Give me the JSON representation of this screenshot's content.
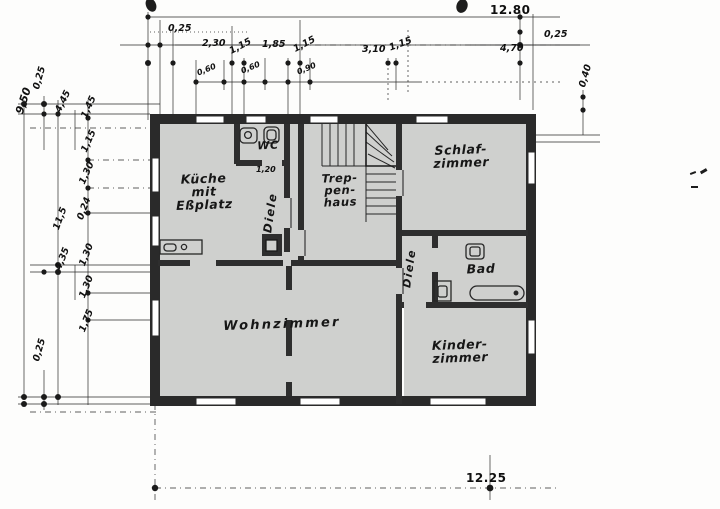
{
  "drawing": {
    "kind": "architectural-floor-plan",
    "language": "de",
    "ink_color": "#1a1a1a",
    "room_fill_color": "#cfd0ce",
    "paper_color": "#fdfdfc"
  },
  "rooms": [
    {
      "id": "kueche",
      "label": "Küche\nmit\nEßplatz"
    },
    {
      "id": "wc",
      "label": "WC"
    },
    {
      "id": "diele_left",
      "label": "Diele"
    },
    {
      "id": "treppenhaus",
      "label": "Trep-\npen-\nhaus"
    },
    {
      "id": "schlafzimmer",
      "label": "Schlaf-\nzimmer"
    },
    {
      "id": "diele_right",
      "label": "Diele"
    },
    {
      "id": "bad",
      "label": "Bad"
    },
    {
      "id": "kinderzimmer",
      "label": "Kinder-\nzimmer"
    },
    {
      "id": "wohnzimmer",
      "label": "Wohnzimmer"
    }
  ],
  "dimensions": {
    "overall_top": "12.80",
    "overall_bottom": "12.25",
    "overall_left": "9,50",
    "top_chain": [
      {
        "id": "t-025a",
        "value": "0,25"
      },
      {
        "id": "t-230",
        "value": "2,30"
      },
      {
        "id": "t-115a",
        "value": "1,15"
      },
      {
        "id": "t-185",
        "value": "1,85"
      },
      {
        "id": "t-115b",
        "value": "1,15"
      },
      {
        "id": "t-310",
        "value": "3,10"
      },
      {
        "id": "t-115c",
        "value": "1,15"
      },
      {
        "id": "t-470",
        "value": "4,70"
      },
      {
        "id": "t-025b",
        "value": "0,25"
      }
    ],
    "top_openings": [
      {
        "id": "o-060a",
        "value": "0,60"
      },
      {
        "id": "o-060b",
        "value": "0,60"
      },
      {
        "id": "o-090",
        "value": "0,90"
      }
    ],
    "right_offset": "0,40",
    "left_chain": [
      {
        "id": "l-025a",
        "value": "0,25"
      },
      {
        "id": "l-445",
        "value": "4,45"
      },
      {
        "id": "l-145",
        "value": "1,45"
      },
      {
        "id": "l-115",
        "value": "1,15"
      },
      {
        "id": "l-130a",
        "value": "1,30"
      },
      {
        "id": "l-024",
        "value": "0,24"
      },
      {
        "id": "l-115b",
        "value": "11,5"
      },
      {
        "id": "l-435",
        "value": "4,35"
      },
      {
        "id": "l-130b",
        "value": "1,30"
      },
      {
        "id": "l-130c",
        "value": "1,30"
      },
      {
        "id": "l-175",
        "value": "1,75"
      },
      {
        "id": "l-025b",
        "value": "0,25"
      }
    ],
    "interior": [
      {
        "id": "wc-width",
        "value": "1,20"
      }
    ]
  },
  "fixtures": [
    {
      "id": "wc-sink",
      "name": "sink"
    },
    {
      "id": "wc-toilet",
      "name": "toilet"
    },
    {
      "id": "bad-basin",
      "name": "washbasin"
    },
    {
      "id": "bad-tub",
      "name": "bathtub"
    },
    {
      "id": "bad-toilet",
      "name": "toilet"
    },
    {
      "id": "kitchen-counter",
      "name": "kitchen-counter"
    },
    {
      "id": "stairs",
      "name": "winder-staircase"
    }
  ]
}
